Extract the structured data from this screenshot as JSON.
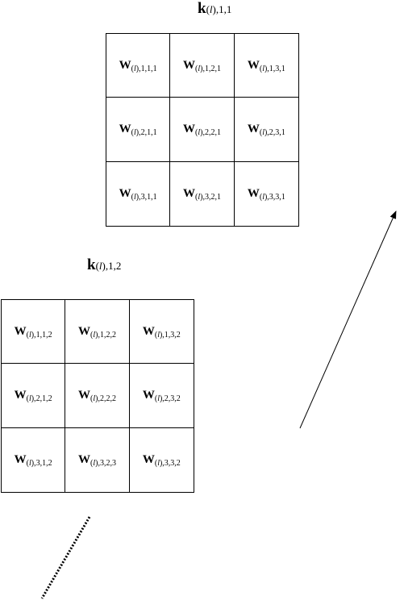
{
  "kernels": [
    {
      "title_symbol": "k",
      "title_open": "(",
      "title_italic": "l",
      "title_rest": "),1,1",
      "cells": [
        {
          "symbol": "W",
          "open": "(",
          "italic": "l",
          "rest": "),1,1,1"
        },
        {
          "symbol": "W",
          "open": "(",
          "italic": "l",
          "rest": "),1,2,1"
        },
        {
          "symbol": "W",
          "open": "(",
          "italic": "l",
          "rest": "),1,3,1"
        },
        {
          "symbol": "W",
          "open": "(",
          "italic": "l",
          "rest": "),2,1,1"
        },
        {
          "symbol": "W",
          "open": "(",
          "italic": "l",
          "rest": "),2,2,1"
        },
        {
          "symbol": "W",
          "open": "(",
          "italic": "l",
          "rest": "),2,3,1"
        },
        {
          "symbol": "W",
          "open": "(",
          "italic": "l",
          "rest": "),3,1,1"
        },
        {
          "symbol": "W",
          "open": "(",
          "italic": "l",
          "rest": "),3,2,1"
        },
        {
          "symbol": "W",
          "open": "(",
          "italic": "l",
          "rest": "),3,3,1"
        }
      ]
    },
    {
      "title_symbol": "k",
      "title_open": "(",
      "title_italic": "l",
      "title_rest": "),1,2",
      "cells": [
        {
          "symbol": "W",
          "open": "(",
          "italic": "l",
          "rest": "),1,1,2"
        },
        {
          "symbol": "W",
          "open": "(",
          "italic": "l",
          "rest": "),1,2,2"
        },
        {
          "symbol": "W",
          "open": "(",
          "italic": "l",
          "rest": "),1,3,2"
        },
        {
          "symbol": "W",
          "open": "(",
          "italic": "l",
          "rest": "),2,1,2"
        },
        {
          "symbol": "W",
          "open": "(",
          "italic": "l",
          "rest": "),2,2,2"
        },
        {
          "symbol": "W",
          "open": "(",
          "italic": "l",
          "rest": "),2,3,2"
        },
        {
          "symbol": "W",
          "open": "(",
          "italic": "l",
          "rest": "),3,1,2"
        },
        {
          "symbol": "W",
          "open": "(",
          "italic": "l",
          "rest": "),3,2,3"
        },
        {
          "symbol": "W",
          "open": "(",
          "italic": "l",
          "rest": "),3,3,2"
        }
      ]
    }
  ]
}
